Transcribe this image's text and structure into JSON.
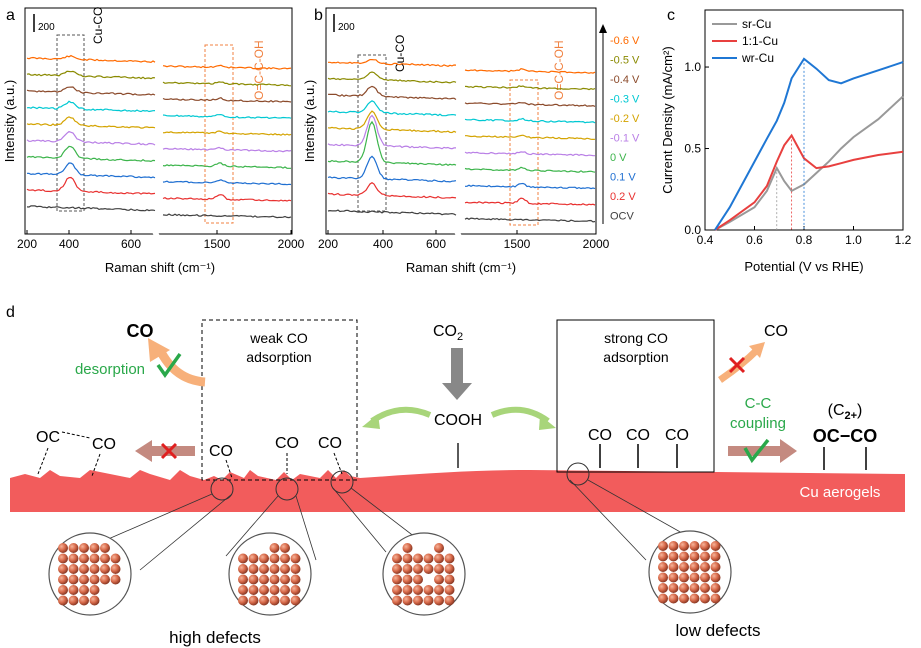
{
  "panel_a": {
    "label": "a",
    "scalebar": "200",
    "ylabel": "Intensity (a.u.)",
    "xlabel": "Raman shift (cm⁻¹)",
    "xticks_left": [
      "200",
      "400",
      "600"
    ],
    "xticks_right": [
      "1500",
      "2000"
    ],
    "band1": "Cu-CO",
    "band2": "O=C-C-OH"
  },
  "panel_b": {
    "label": "b",
    "scalebar": "200",
    "ylabel": "Intensity (a.u.)",
    "xlabel": "Raman shift (cm⁻¹)",
    "xticks_left": [
      "200",
      "400",
      "600"
    ],
    "xticks_right": [
      "1500",
      "2000"
    ],
    "band1": "Cu-CO",
    "band2": "O=C-C-OH",
    "potentials": [
      "-0.6 V",
      "-0.5 V",
      "-0.4 V",
      "-0.3 V",
      "-0.2 V",
      "-0.1 V",
      "0 V",
      "0.1 V",
      "0.2 V",
      "OCV"
    ]
  },
  "colors": {
    "series": [
      "#ff6a00",
      "#8a8a00",
      "#8b4a2b",
      "#00c8d2",
      "#d4a300",
      "#b97fe6",
      "#3cb44b",
      "#1f6fd1",
      "#e8302f",
      "#404040"
    ],
    "gray": "#999999",
    "red": "#e8403f",
    "blue": "#1f77d4",
    "green": "#2aa84a",
    "aerogel": "#f25c5c"
  },
  "panel_c": {
    "label": "c",
    "ylabel": "Current Density (mA/cm²)",
    "xlabel": "Potential (V vs RHE)",
    "chart_data": {
      "type": "line",
      "x": [
        0.44,
        0.5,
        0.6,
        0.65,
        0.69,
        0.72,
        0.75,
        0.8,
        0.85,
        0.9,
        0.95,
        1.0,
        1.1,
        1.2
      ],
      "series": [
        {
          "name": "sr-Cu",
          "values": [
            0.0,
            0.05,
            0.14,
            0.24,
            0.38,
            0.3,
            0.24,
            0.28,
            0.35,
            0.42,
            0.5,
            0.57,
            0.68,
            0.82
          ]
        },
        {
          "name": "1:1-Cu",
          "values": [
            0.0,
            0.06,
            0.17,
            0.27,
            0.42,
            0.52,
            0.58,
            0.44,
            0.38,
            0.39,
            0.41,
            0.43,
            0.46,
            0.48
          ]
        },
        {
          "name": "wr-Cu",
          "values": [
            0.0,
            0.14,
            0.42,
            0.56,
            0.67,
            0.78,
            0.93,
            1.05,
            0.99,
            0.92,
            0.9,
            0.93,
            0.98,
            1.03
          ]
        }
      ],
      "xticks": [
        "0.4",
        "0.6",
        "0.8",
        "1.0",
        "1.2"
      ],
      "yticks": [
        "0.0",
        "0.5",
        "1.0"
      ],
      "xlim": [
        0.4,
        1.2
      ],
      "ylim": [
        0,
        1.35
      ],
      "legend": "top-left"
    }
  },
  "panel_d": {
    "label": "d",
    "co_desorbed": "CO",
    "desorption": "desorption",
    "weak_box": [
      "weak  CO",
      "adsorption"
    ],
    "strong_box": [
      "strong CO",
      "adsorption"
    ],
    "co2": "CO",
    "co2_sub": "2",
    "cooh": "COOH",
    "co": "CO",
    "oc": "OC",
    "cc_coupling": [
      "C-C",
      "coupling"
    ],
    "c2_product": "(C",
    "c2_sub": "2+",
    "c2_close": ")",
    "oc_co": "OC−CO",
    "aerogel": "Cu aerogels",
    "high_defects": "high defects",
    "low_defects": "low defects"
  }
}
